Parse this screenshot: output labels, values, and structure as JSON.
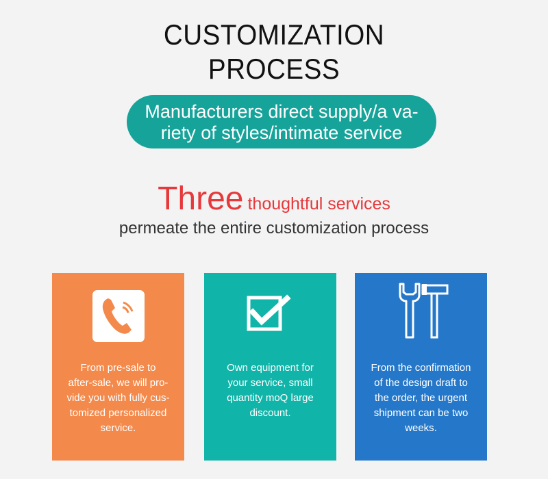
{
  "page": {
    "title_lines": [
      "CUSTOMIZATION",
      "PROCESS"
    ],
    "pill_lines": [
      "Manufacturers direct supply/a va-",
      "riety of styles/intimate service"
    ],
    "headline": {
      "main": "Three",
      "rest": "thoughtful services"
    },
    "subheadline": "permeate the entire customization process"
  },
  "cards": [
    {
      "icon": "phone-icon",
      "color": "#f3894a",
      "text_lines": [
        "From pre-sale to",
        "after-sale, we will pro-",
        "vide you with fully cus-",
        "tomized personalized",
        "service."
      ]
    },
    {
      "icon": "checkmark-icon",
      "color": "#11b4a8",
      "text_lines": [
        "Own equipment for",
        "your service, small",
        "quantity moQ large",
        "discount."
      ]
    },
    {
      "icon": "tools-icon",
      "color": "#2578c9",
      "text_lines": [
        "From the confirmation",
        "of the design draft to",
        "the order, the urgent",
        "shipment can be two",
        "weeks."
      ]
    }
  ],
  "colors": {
    "background": "#f3f3f3",
    "title": "#111111",
    "pill": "#16a39a",
    "accent_red": "#e6393c",
    "subheadline": "#333333"
  }
}
